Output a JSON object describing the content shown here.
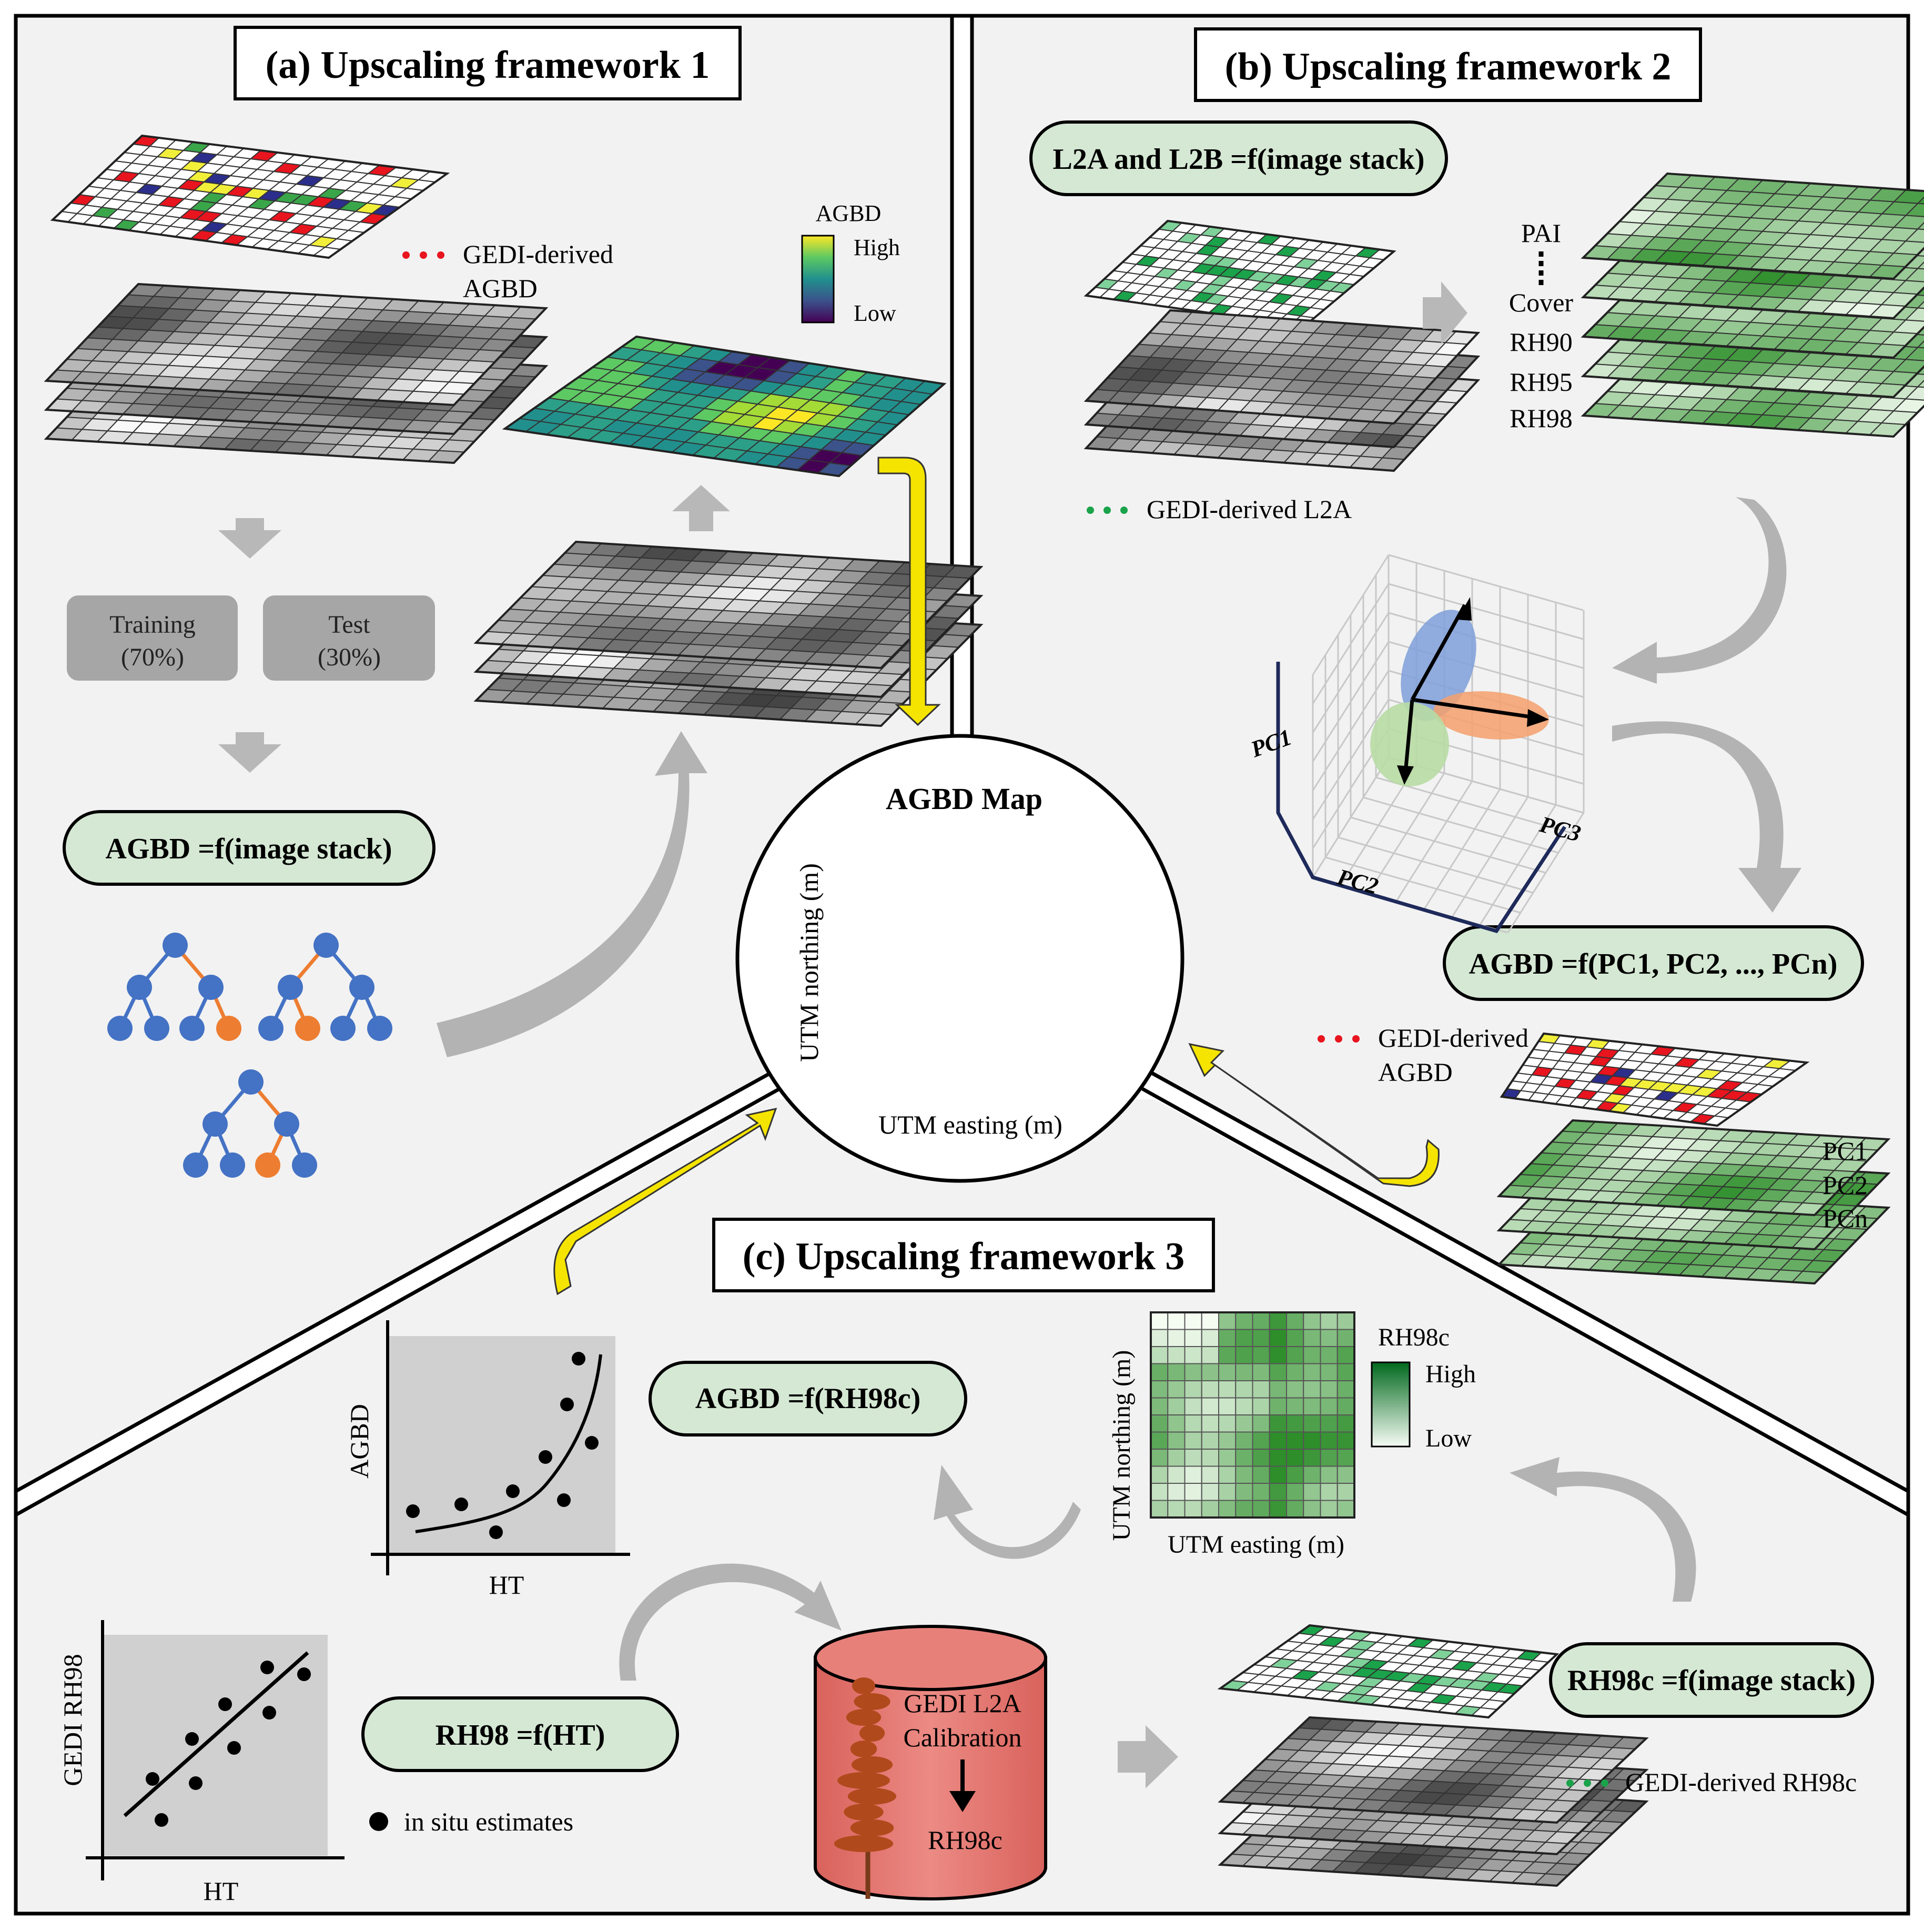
{
  "panels": {
    "a": {
      "title": "(a) Upscaling framework 1",
      "legend_gedi": "GEDI-derived",
      "legend_gedi_2": "AGBD",
      "colorbar_title": "AGBD",
      "colorbar_high": "High",
      "colorbar_low": "Low",
      "training": "Training",
      "training_pct": "(70%)",
      "test": "Test",
      "test_pct": "(30%)",
      "model": "AGBD =f(image stack)"
    },
    "b": {
      "title": "(b) Upscaling framework 2",
      "model_top": "L2A and L2B =f(image stack)",
      "metrics": [
        "PAI",
        "Cover",
        "RH90",
        "RH95",
        "RH98"
      ],
      "legend_l2a": "GEDI-derived L2A",
      "pca_axes": [
        "PC1",
        "PC2",
        "PC3"
      ],
      "model_pc": "AGBD =f(PC1, PC2, ..., PCn)",
      "legend_agbd": "GEDI-derived",
      "legend_agbd_2": "AGBD",
      "pc_layers": [
        "PC1",
        "PC2",
        "PCn"
      ]
    },
    "c": {
      "title": "(c) Upscaling framework 3",
      "plot_top_ylabel": "AGBD",
      "plot_top_xlabel": "HT",
      "model_rh98c": "AGBD =f(RH98c)",
      "map_ylabel": "UTM northing (m)",
      "map_xlabel": "UTM easting (m)",
      "map_legend_title": "RH98c",
      "map_legend_high": "High",
      "map_legend_low": "Low",
      "plot_bottom_ylabel": "GEDI RH98",
      "plot_bottom_xlabel": "HT",
      "model_rh98": "RH98 =f(HT)",
      "legend_insitu": "in situ estimates",
      "cyl_line1": "GEDI L2A",
      "cyl_line2": "Calibration",
      "cyl_out": "RH98c",
      "model_stack": "RH98c =f(image stack)",
      "legend_rh98c": "GEDI-derived RH98c"
    }
  },
  "center": {
    "title": "AGBD Map",
    "ylabel": "UTM northing (m)",
    "xlabel": "UTM easting (m)"
  },
  "colors": {
    "panel_bg": "#f2f2f2",
    "model_fill": "#d5e8d4",
    "arrow_yellow": "#f5e400",
    "arrow_gray": "#b3b3b3",
    "gedi_red": "#e8141e",
    "gedi_green": "#1aa34a",
    "tree_blue": "#4472c4",
    "tree_orange": "#ed7d31",
    "cylinder": "#e8807a"
  }
}
